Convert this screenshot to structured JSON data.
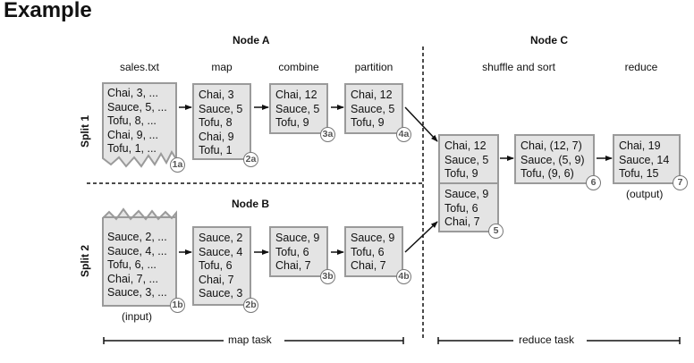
{
  "title": "Example",
  "nodes": {
    "a": "Node A",
    "b": "Node B",
    "c": "Node C"
  },
  "splits": {
    "s1": "Split 1",
    "s2": "Split 2"
  },
  "stages": {
    "sales": "sales.txt",
    "map": "map",
    "combine": "combine",
    "partition": "partition",
    "shuffle": "shuffle and sort",
    "reduce": "reduce"
  },
  "split1": {
    "input": [
      "Chai, 3, ...",
      "Sauce, 5, ...",
      "Tofu, 8, ...",
      "Chai, 9, ...",
      "Tofu, 1, ..."
    ],
    "map": [
      "Chai, 3",
      "Sauce, 5",
      "Tofu, 8",
      "Chai, 9",
      "Tofu, 1"
    ],
    "combine": [
      "Chai, 12",
      "Sauce, 5",
      "Tofu, 9"
    ],
    "partition": [
      "Chai, 12",
      "Sauce, 5",
      "Tofu, 9"
    ]
  },
  "split2": {
    "input": [
      "Sauce, 2, ...",
      "Sauce, 4, ...",
      "Tofu, 6, ...",
      "Chai, 7, ...",
      "Sauce, 3, ..."
    ],
    "map": [
      "Sauce, 2",
      "Sauce, 4",
      "Tofu, 6",
      "Chai, 7",
      "Sauce, 3"
    ],
    "combine": [
      "Sauce, 9",
      "Tofu, 6",
      "Chai, 7"
    ],
    "partition": [
      "Sauce, 9",
      "Tofu, 6",
      "Chai, 7"
    ]
  },
  "shuffle": {
    "top": [
      "Chai, 12",
      "Sauce, 5",
      "Tofu, 9"
    ],
    "bottom": [
      "Sauce, 9",
      "Tofu, 6",
      "Chai, 7"
    ]
  },
  "sorted": [
    "Chai, (12, 7)",
    "Sauce, (5, 9)",
    "Tofu, (9, 6)"
  ],
  "reduced": [
    "Chai, 19",
    "Sauce, 14",
    "Tofu, 15"
  ],
  "badges": {
    "b1a": "1a",
    "b2a": "2a",
    "b3a": "3a",
    "b4a": "4a",
    "b1b": "1b",
    "b2b": "2b",
    "b3b": "3b",
    "b4b": "4b",
    "b5": "5",
    "b6": "6",
    "b7": "7"
  },
  "captions": {
    "input": "(input)",
    "output": "(output)",
    "map_task": "map task",
    "reduce_task": "reduce task"
  }
}
